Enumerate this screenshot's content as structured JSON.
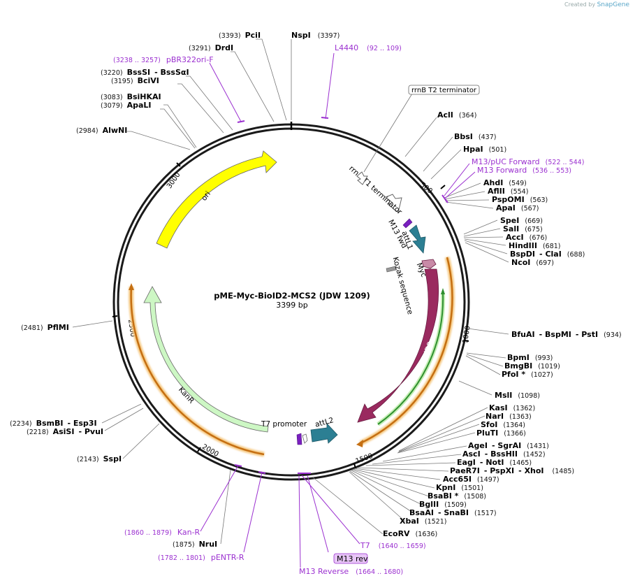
{
  "credit": {
    "created_by": "Created by",
    "brand": "SnapGene"
  },
  "plasmid": {
    "name": "pME-Myc-BioID2-MCS2 (JDW 1209)",
    "length_label": "3399 bp",
    "length": 3399
  },
  "ticks": [
    {
      "label": "500",
      "bp": 500
    },
    {
      "label": "1000",
      "bp": 1000
    },
    {
      "label": "1500",
      "bp": 1500
    },
    {
      "label": "2000",
      "bp": 2000
    },
    {
      "label": "2500",
      "bp": 2500
    },
    {
      "label": "3000",
      "bp": 3000
    }
  ],
  "enzymes": [
    {
      "name": "PciI",
      "pos": "(3393)",
      "bp": 3393
    },
    {
      "name": "NspI",
      "pos": "(3397)",
      "bp": 3397
    },
    {
      "name": "DrdI",
      "pos": "(3291)",
      "bp": 3291
    },
    {
      "name": "BssSI",
      "alt": "BssSαI",
      "pos": "(3220)",
      "bp": 3220
    },
    {
      "name": "BciVI",
      "pos": "(3195)",
      "bp": 3195
    },
    {
      "name": "BsiHKAI",
      "pos": "(3083)",
      "bp": 3083
    },
    {
      "name": "ApaLI",
      "pos": "(3079)",
      "bp": 3079
    },
    {
      "name": "AlwNI",
      "pos": "(2984)",
      "bp": 2984
    },
    {
      "name": "AclI",
      "pos": "(364)",
      "bp": 364
    },
    {
      "name": "BbsI",
      "pos": "(437)",
      "bp": 437
    },
    {
      "name": "HpaI",
      "pos": "(501)",
      "bp": 501
    },
    {
      "name": "AhdI",
      "pos": "(549)",
      "bp": 549
    },
    {
      "name": "AflII",
      "pos": "(554)",
      "bp": 554
    },
    {
      "name": "PspOMI",
      "pos": "(563)",
      "bp": 563
    },
    {
      "name": "ApaI",
      "pos": "(567)",
      "bp": 567
    },
    {
      "name": "SpeI",
      "pos": "(669)",
      "bp": 669
    },
    {
      "name": "SalI",
      "pos": "(675)",
      "bp": 675
    },
    {
      "name": "AccI",
      "pos": "(676)",
      "bp": 676
    },
    {
      "name": "HindIII",
      "pos": "(681)",
      "bp": 681
    },
    {
      "name": "BspDI",
      "alt": "ClaI",
      "pos": "(688)",
      "bp": 688
    },
    {
      "name": "NcoI",
      "pos": "(697)",
      "bp": 697
    },
    {
      "name": "BfuAI",
      "alt": "BspMI",
      "alt2": "PstI",
      "pos": "(934)",
      "bp": 934
    },
    {
      "name": "BpmI",
      "pos": "(993)",
      "bp": 993
    },
    {
      "name": "BmgBI",
      "pos": "(1019)",
      "bp": 1019
    },
    {
      "name": "PfoI *",
      "pos": "(1027)",
      "bp": 1027
    },
    {
      "name": "MslI",
      "pos": "(1098)",
      "bp": 1098
    },
    {
      "name": "KasI",
      "pos": "(1362)",
      "bp": 1362
    },
    {
      "name": "NarI",
      "pos": "(1363)",
      "bp": 1363
    },
    {
      "name": "SfoI",
      "pos": "(1364)",
      "bp": 1364
    },
    {
      "name": "PluTI",
      "pos": "(1366)",
      "bp": 1366
    },
    {
      "name": "AgeI",
      "alt": "SgrAI",
      "pos": "(1431)",
      "bp": 1431
    },
    {
      "name": "AscI",
      "alt": "BssHII",
      "pos": "(1452)",
      "bp": 1452
    },
    {
      "name": "EagI",
      "alt": "NotI",
      "pos": "(1465)",
      "bp": 1465
    },
    {
      "name": "PaeR7I",
      "alt": "PspXI",
      "alt2": "XhoI",
      "pos": "(1485)",
      "bp": 1485
    },
    {
      "name": "Acc65I",
      "pos": "(1497)",
      "bp": 1497
    },
    {
      "name": "KpnI",
      "pos": "(1501)",
      "bp": 1501
    },
    {
      "name": "BsaBI *",
      "pos": "(1508)",
      "bp": 1508
    },
    {
      "name": "BglII",
      "pos": "(1509)",
      "bp": 1509
    },
    {
      "name": "BsaAI",
      "alt": "SnaBI",
      "pos": "(1517)",
      "bp": 1517
    },
    {
      "name": "XbaI",
      "pos": "(1521)",
      "bp": 1521
    },
    {
      "name": "EcoRV",
      "pos": "(1636)",
      "bp": 1636
    },
    {
      "name": "NruI",
      "pos": "(1875)",
      "bp": 1875
    },
    {
      "name": "SspI",
      "pos": "(2143)",
      "bp": 2143
    },
    {
      "name": "AsiSI",
      "alt": "PvuI",
      "pos": "(2218)",
      "bp": 2218
    },
    {
      "name": "BsmBI",
      "alt": "Esp3I",
      "pos": "(2234)",
      "bp": 2234
    },
    {
      "name": "PflMI",
      "pos": "(2481)",
      "bp": 2481
    }
  ],
  "primers": [
    {
      "name": "L4440",
      "range": "(92 .. 109)"
    },
    {
      "name": "pBR322ori-F",
      "range": "(3238 .. 3257)"
    },
    {
      "name": "M13/pUC Forward",
      "range": "(522 .. 544)"
    },
    {
      "name": "M13 Forward",
      "range": "(536 .. 553)"
    },
    {
      "name": "T7",
      "range": "(1640 .. 1659)"
    },
    {
      "name": "M13 rev",
      "range": ""
    },
    {
      "name": "M13 Reverse",
      "range": "(1664 .. 1680)"
    },
    {
      "name": "pENTR-R",
      "range": "(1782 .. 1801)"
    },
    {
      "name": "Kan-R",
      "range": "(1860 .. 1879)"
    }
  ],
  "features": [
    {
      "name": "rrnB T2 terminator"
    },
    {
      "name": "rrnB T1 terminator"
    },
    {
      "name": "M13 fwd"
    },
    {
      "name": "attL1"
    },
    {
      "name": "Kozak sequence"
    },
    {
      "name": "Myc"
    },
    {
      "name": "BioID2"
    },
    {
      "name": "attL2"
    },
    {
      "name": "T7 promoter"
    },
    {
      "name": "KanR"
    },
    {
      "name": "ori"
    }
  ],
  "colors": {
    "ori": "#ffff00",
    "bioid2": "#9a2a5f",
    "kanr": "#cdf7c4",
    "attl": "#2c7f93",
    "orange": "#f0a030",
    "green": "#4caf50",
    "primer": "#9b30d0",
    "myc": "#c88aa7"
  }
}
